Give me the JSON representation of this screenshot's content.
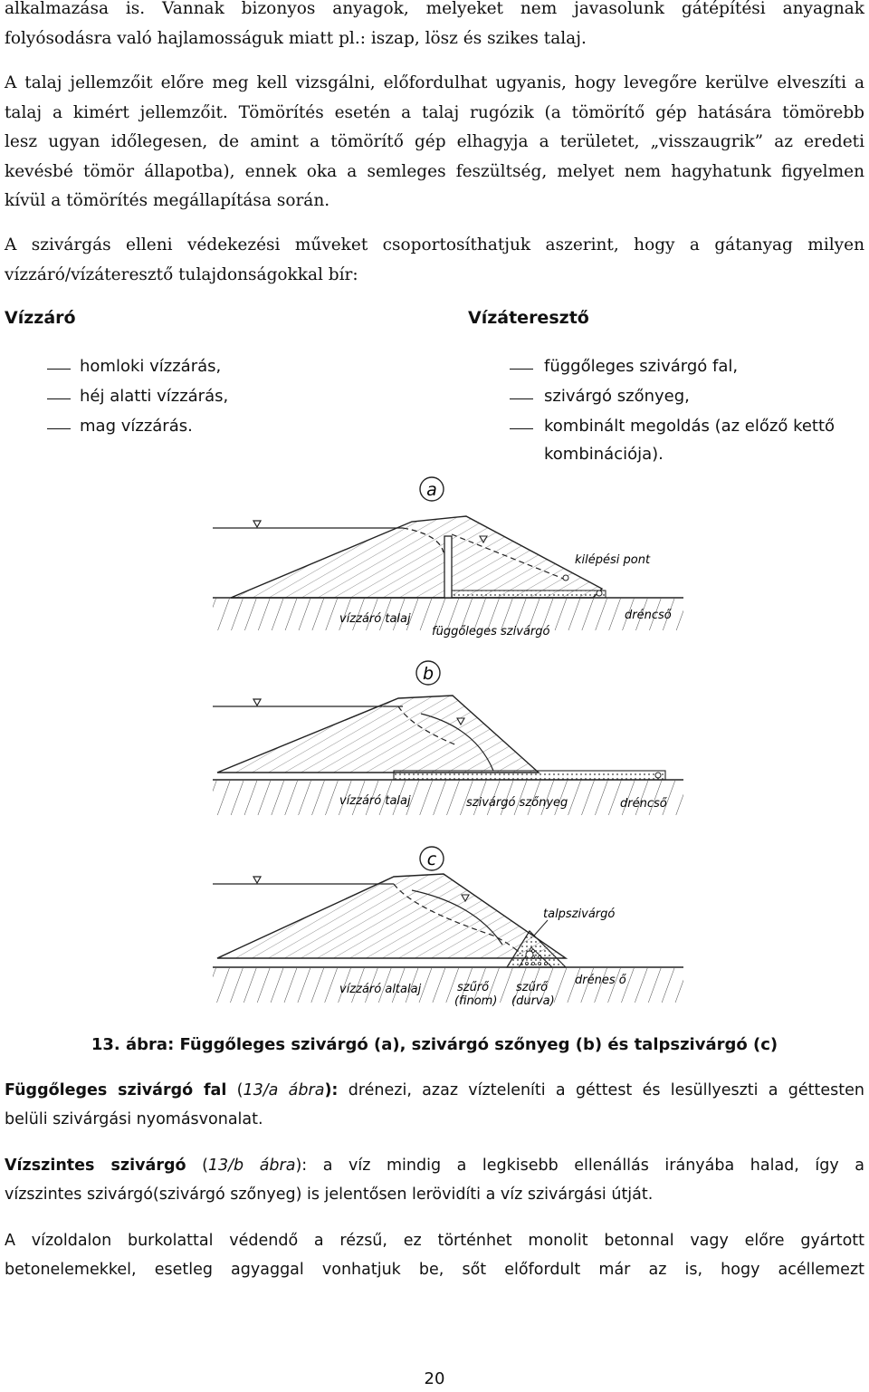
{
  "paragraph1": {
    "lines": [
      "alkalmazása is. Vannak bizonyos anyagok, melyeket nem javasolunk gátépítési anyagnak",
      "folyósodásra való hajlamosságuk miatt pl.: iszap, lösz és szikes talaj."
    ]
  },
  "paragraph2": {
    "lines": [
      "A talaj jellemzőit előre meg kell vizsgálni, előfordulhat ugyanis, hogy levegőre kerülve elveszíti a",
      "talaj a kimért jellemzőit. Tömörítés esetén a talaj rugózik (a tömörítő gép hatására tömörebb",
      "lesz ugyan időlegesen, de amint a tömörítő gép elhagyja a területet, „visszaugrik” az eredeti",
      "kevésbé tömör állapotba), ennek oka a semleges feszültség, melyet nem hagyhatunk figyelmen",
      "kívül a tömörítés megállapítása során."
    ]
  },
  "paragraph3": {
    "lines": [
      "A szivárgás elleni védekezési műveket csoportosíthatjuk aszerint, hogy a gátanyag milyen",
      "vízzáró/vízáteresztő tulajdonságokkal bír:"
    ]
  },
  "columns": {
    "left": {
      "heading": "Vízzáró",
      "items": [
        "homloki vízzárás,",
        "héj alatti vízzárás,",
        "mag vízzárás."
      ]
    },
    "right": {
      "heading": "Vízáteresztő",
      "items": [
        "függőleges szivárgó fal,",
        "szivárgó szőnyeg,",
        "kombinált megoldás (az előző kettő",
        "kombinációja)."
      ]
    }
  },
  "figure": {
    "panel_a": {
      "letter": "a",
      "labels": [
        "kilépési pont",
        "vízzáró talaj",
        "függőleges szivárgó",
        "dréncső"
      ]
    },
    "panel_b": {
      "letter": "b",
      "labels": [
        "vízzáró talaj",
        "szivárgó szőnyeg",
        "dréncső"
      ]
    },
    "panel_c": {
      "letter": "c",
      "labels": [
        "talpszivárgó",
        "vízzáró altalaj",
        "szűrő",
        "(finom)",
        "szűrő",
        "(durva)",
        "drénes ő"
      ]
    },
    "caption": "13. ábra: Függőleges szivárgó (a), szivárgó szőnyeg (b) és talpszivárgó (c)"
  },
  "paragraph4": {
    "bold": "Függőleges szivárgó fal",
    "paren_open": " (",
    "italic": "13/a ábra",
    "paren_close": "):",
    "rest_line1": " drénezi, azaz vízteleníti a géttest és lesüllyeszti a géttesten",
    "line2": "belüli szivárgási nyomásvonalat."
  },
  "paragraph5": {
    "bold": "Vízszintes szivárgó",
    "paren_open": " (",
    "italic": "13/b ábra",
    "paren_close": "):",
    "rest_line1": " a víz mindig a legkisebb ellenállás irányába halad, így a",
    "line2": "vízszintes szivárgó(szivárgó szőnyeg) is jelentősen lerövidíti a víz szivárgási útját."
  },
  "paragraph6": {
    "lines": [
      "A vízoldalon burkolattal védendő a rézsű, ez történhet monolit betonnal vagy előre gyártott",
      "betonelemekkel, esetleg agyaggal vonhatjuk be, sőt előfordult már az is, hogy acéllemezt"
    ]
  },
  "page_number": "20"
}
